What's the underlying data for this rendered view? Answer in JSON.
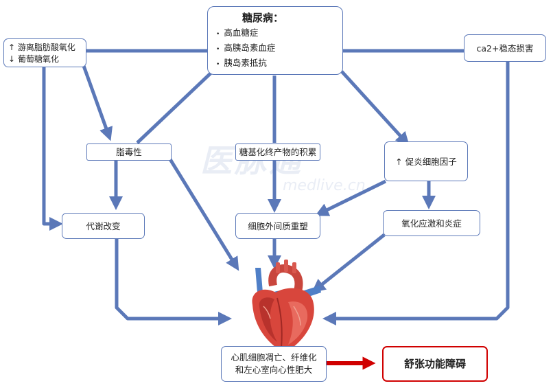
{
  "diabetes": {
    "title": "糖尿病：",
    "items": [
      "高血糖症",
      "高胰岛素血症",
      "胰岛素抵抗"
    ]
  },
  "fatty_acid": {
    "line1": "↑ 游离脂肪酸氧化",
    "line2": "↓ 葡萄糖氧化"
  },
  "calcium": "ca2+稳态损害",
  "lipotoxicity": "脂毒性",
  "age": "糖基化终产物的积累",
  "proinflammatory": "↑  促炎细胞因子",
  "metabolic": "代谢改变",
  "ecm": "细胞外间质重塑",
  "oxidative": "氧化应激和炎症",
  "outcome": {
    "line1": "心肌细胞凋亡、纤维化",
    "line2": "和左心室向心性肥大"
  },
  "result": "舒张功能障碍",
  "watermark": {
    "main": "医脉通",
    "sub": "medlive.cn"
  },
  "colors": {
    "arrow": "#5b78b8",
    "red_arrow": "#d00000",
    "result_border": "#d00000"
  }
}
